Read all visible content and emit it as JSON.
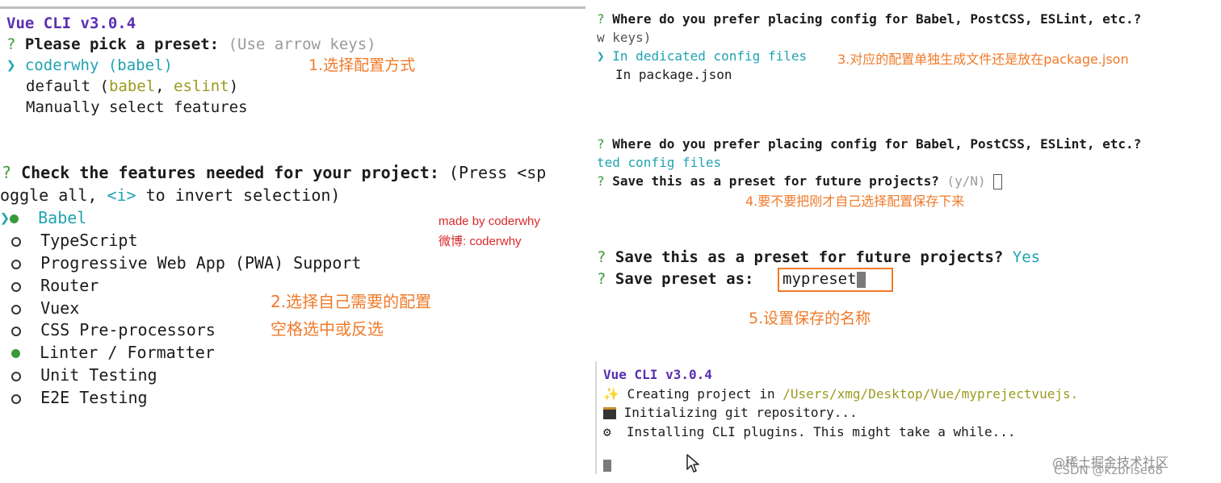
{
  "left": {
    "title": "Vue CLI v3.0.4",
    "preset_prompt": "Please pick a preset:",
    "preset_hint": "(Use arrow keys)",
    "preset_options": [
      {
        "pointer": "❯",
        "text": "coderwhy (babel)"
      },
      {
        "text_prefix": "default (",
        "text_a": "babel",
        "text_sep": ", ",
        "text_b": "eslint",
        "text_suffix": ")"
      },
      {
        "text": "Manually select features"
      }
    ],
    "annotation_1": "1.选择配置方式",
    "features_prompt": "Check the features needed for your project:",
    "features_hint": "(Press <sp",
    "features_line2_prefix": "oggle all, ",
    "features_line2_key": "<i>",
    "features_line2_suffix": " to invert selection)",
    "features": [
      {
        "label": "Babel",
        "selected": true,
        "current": true
      },
      {
        "label": "TypeScript",
        "selected": false
      },
      {
        "label": "Progressive Web App (PWA) Support",
        "selected": false
      },
      {
        "label": "Router",
        "selected": false
      },
      {
        "label": "Vuex",
        "selected": false
      },
      {
        "label": "CSS Pre-processors",
        "selected": false
      },
      {
        "label": "Linter / Formatter",
        "selected": true
      },
      {
        "label": "Unit Testing",
        "selected": false
      },
      {
        "label": "E2E Testing",
        "selected": false
      }
    ],
    "made_by": "made by coderwhy",
    "weibo": "微博: coderwhy",
    "annotation_2a": "2.选择自己需要的配置",
    "annotation_2b": "空格选中或反选"
  },
  "right": {
    "q_mark": "?",
    "placing_q": "Where do you prefer placing config for Babel, PostCSS, ESLint, etc.?",
    "placing_hint": "w keys)",
    "placing_opt1": "In dedicated config files",
    "placing_opt2": "In package.json",
    "pointer": "❯",
    "annotation_3": "3.对应的配置单独生成文件还是放在package.json",
    "placing_q2": "Where do you prefer placing config for Babel, PostCSS, ESLint, etc.?",
    "placing_answer": "ted config files",
    "save_q": "Save this as a preset for future projects?",
    "save_hint": "(y/N)",
    "annotation_4": "4.要不要把刚才自己选择配置保存下来",
    "save_q2": "Save this as a preset for future projects?",
    "save_answer": "Yes",
    "save_as_q": "Save preset as:",
    "save_as_value": "mypreset",
    "annotation_5": "5.设置保存的名称",
    "title2": "Vue CLI v3.0.4",
    "creating_prefix": "Creating project in ",
    "creating_path": "/Users/xmg/Desktop/Vue/myprejectvuejs.",
    "init_git": "Initializing git repository...",
    "installing": "Installing CLI plugins. This might take a while...",
    "icon_sparkles": "sparkles-icon",
    "icon_terminal": "terminal-icon",
    "icon_gear": "gear-icon",
    "watermark_1": "@稀土掘金技术社区",
    "watermark_2": "CSDN @kzbrise68"
  }
}
